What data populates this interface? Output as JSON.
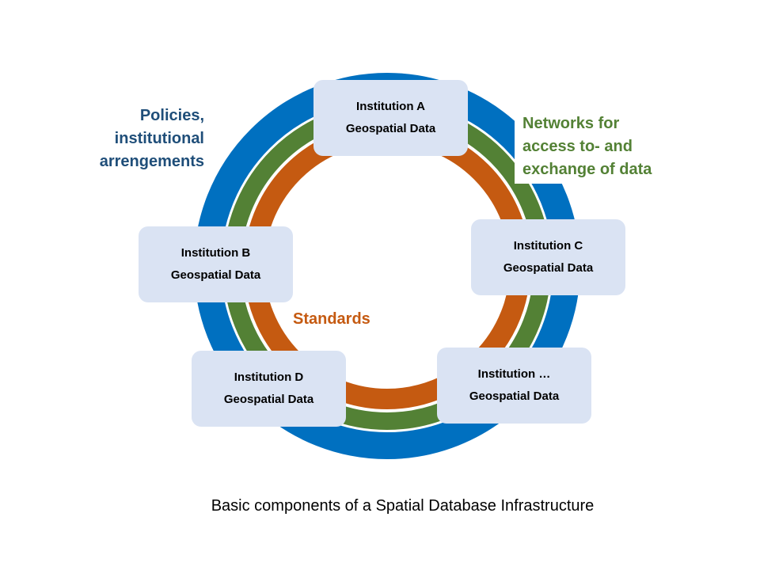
{
  "colors": {
    "policies_ring": "#0070c0",
    "networks_ring": "#538135",
    "standards_ring": "#c55a11",
    "box_fill": "#dae3f3",
    "policies_text": "#1f4e79",
    "networks_text": "#538135",
    "standards_text": "#c55a11"
  },
  "rings": {
    "policies": {
      "line1": "Policies,",
      "line2": "institutional",
      "line3": "arrengements"
    },
    "networks": {
      "line1": "Networks for",
      "line2": "access to- and",
      "line3": "exchange of data"
    },
    "standards": {
      "label": "Standards"
    }
  },
  "institutions": [
    {
      "name": "Institution A",
      "data": "Geospatial Data"
    },
    {
      "name": "Institution B",
      "data": "Geospatial Data"
    },
    {
      "name": "Institution C",
      "data": "Geospatial Data"
    },
    {
      "name": "Institution D",
      "data": "Geospatial Data"
    },
    {
      "name": "Institution …",
      "data": "Geospatial Data"
    }
  ],
  "caption": "Basic components of a Spatial Database Infrastructure"
}
